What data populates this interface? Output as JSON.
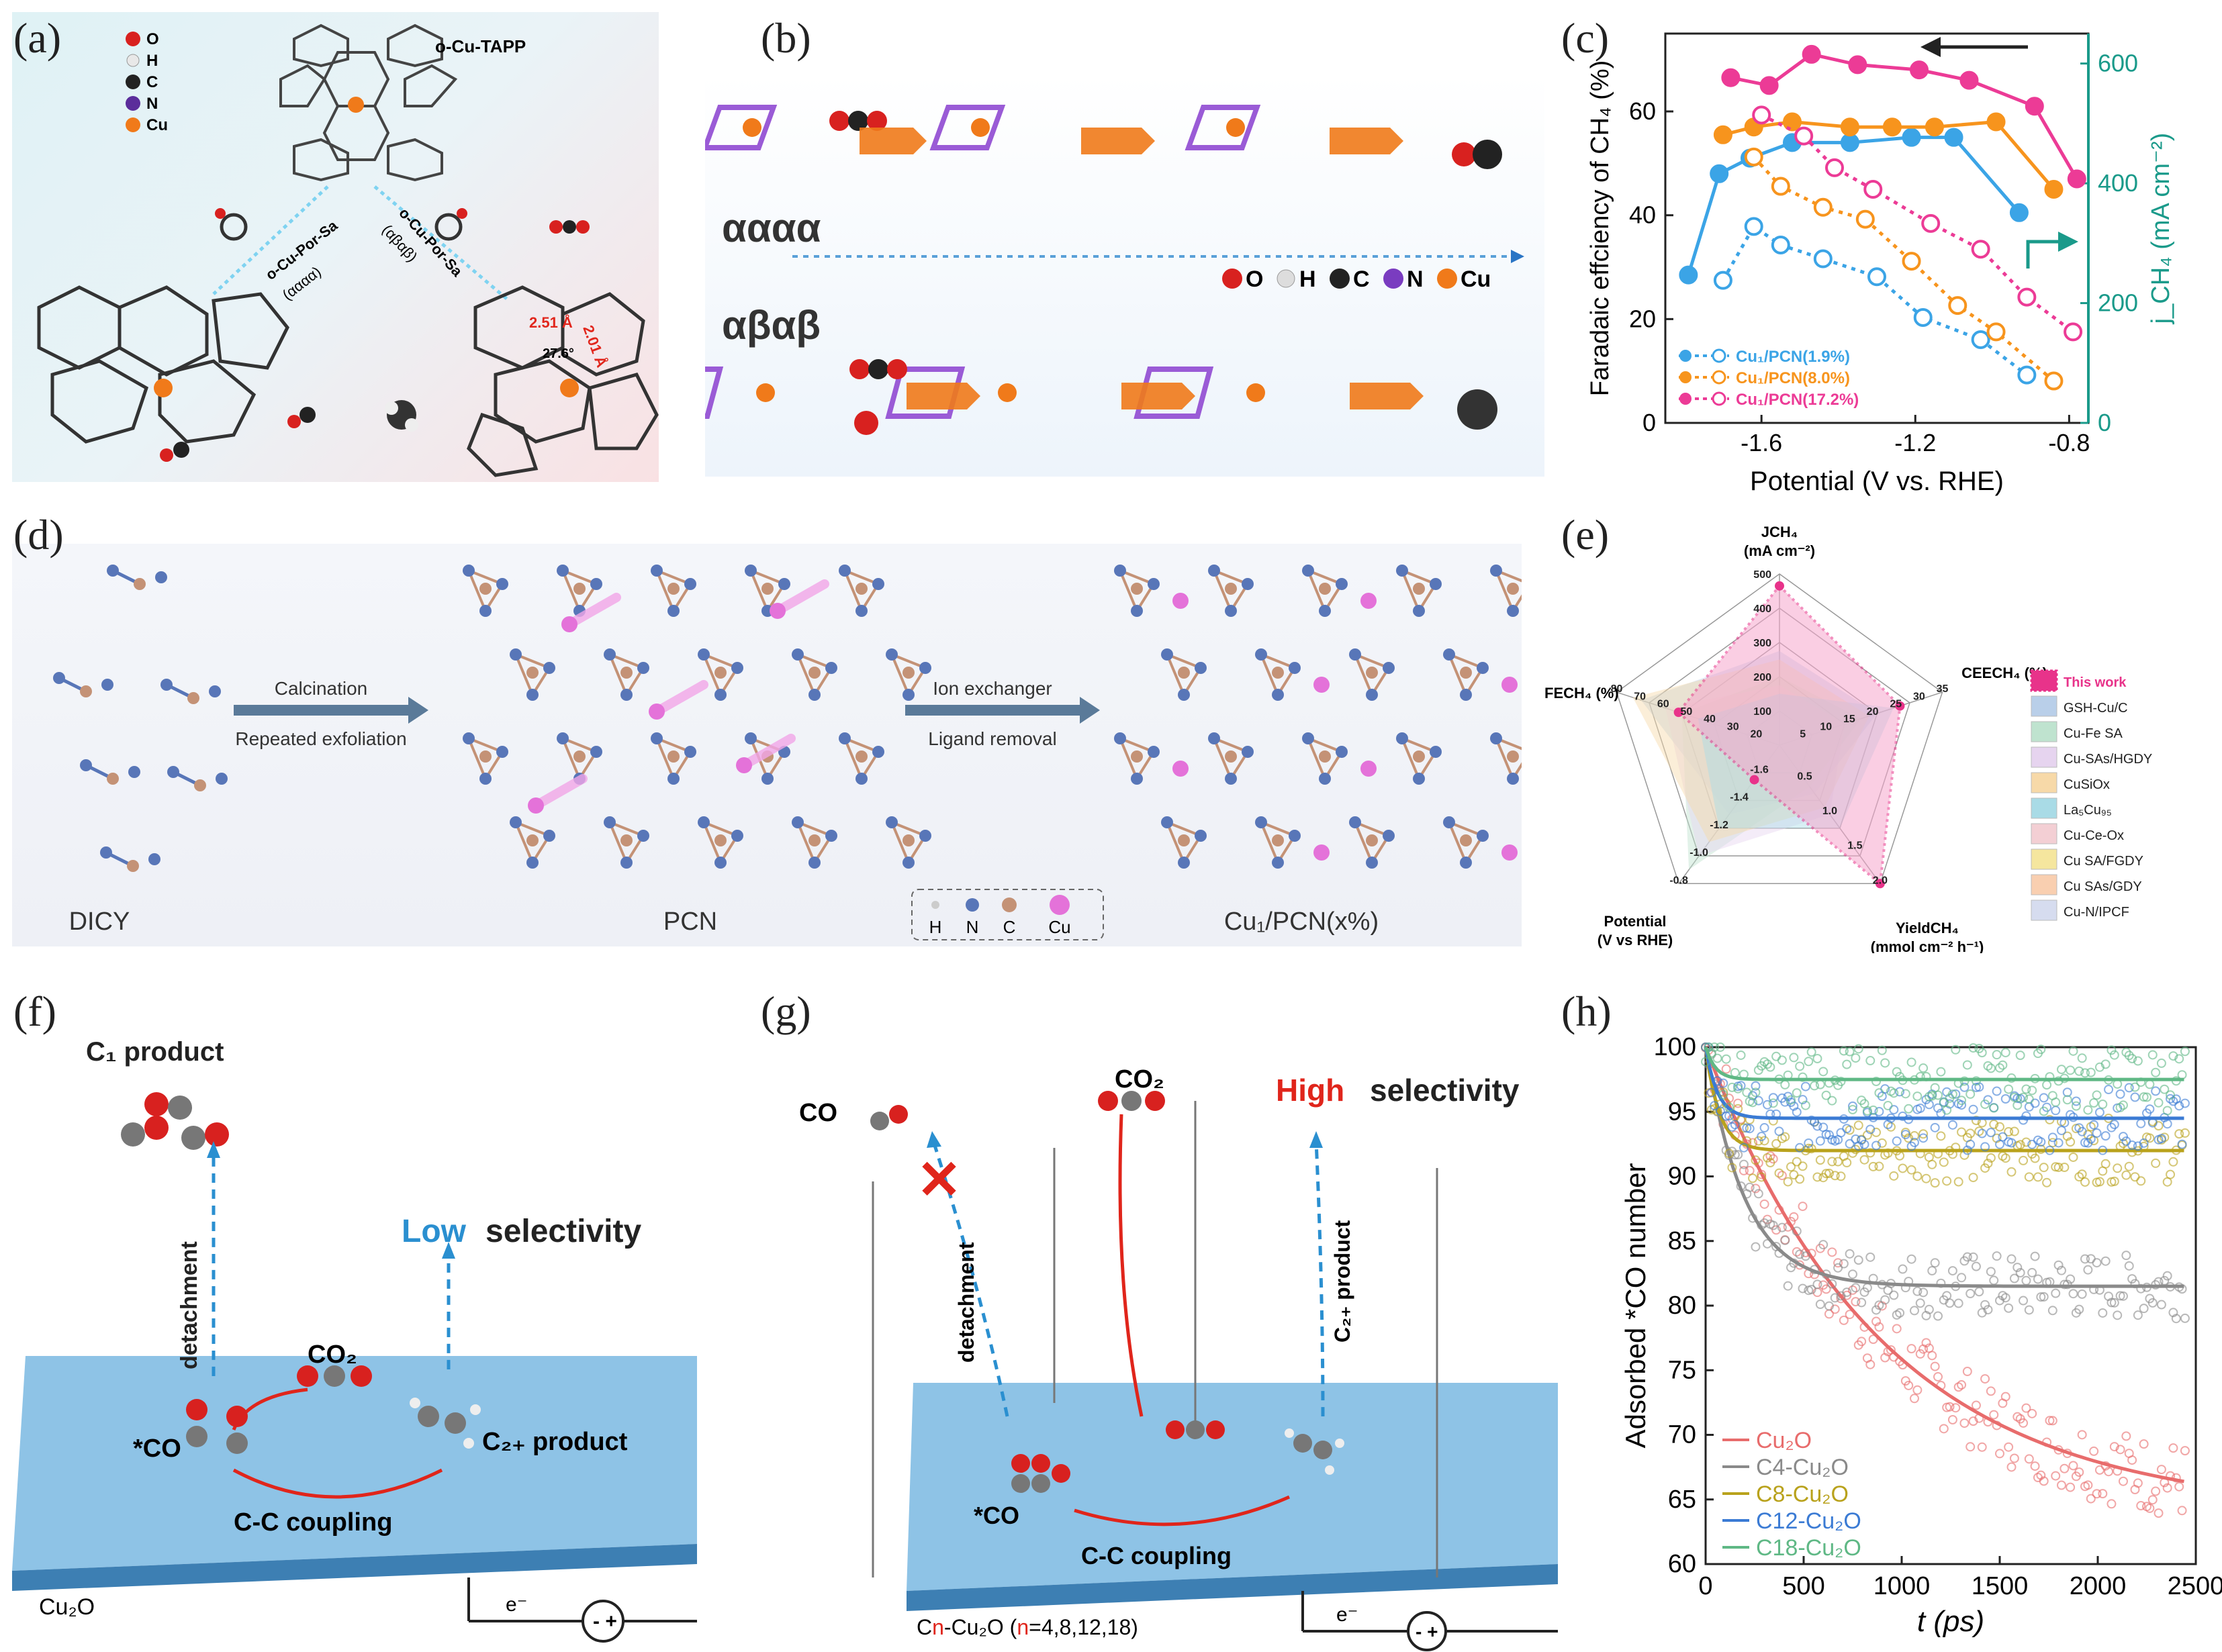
{
  "panel_labels": {
    "a": "(a)",
    "b": "(b)",
    "c": "(c)",
    "d": "(d)",
    "e": "(e)",
    "f": "(f)",
    "g": "(g)",
    "h": "(h)"
  },
  "panel_a": {
    "title": "o-Cu-TAPP",
    "legend": [
      "O",
      "H",
      "C",
      "N",
      "Cu"
    ],
    "arrow_left": "o-Cu-Por-Sa",
    "arrow_left_sub": "(αααα)",
    "arrow_right": "o-Cu-Por-Sa",
    "arrow_right_sub": "(αβαβ)",
    "dist1": "2.51 Å",
    "dist2": "2.01 Å",
    "angle": "27.6°"
  },
  "panel_b": {
    "row1": "αααα",
    "row2": "αβαβ",
    "legend": [
      "O",
      "H",
      "C",
      "N",
      "Cu"
    ]
  },
  "panel_d": {
    "step1_top": "Calcination",
    "step1_bottom": "Repeated exfoliation",
    "step2_top": "Ion exchanger",
    "step2_bottom": "Ligand removal",
    "label_1": "DICY",
    "label_2": "PCN",
    "label_3": "Cu₁/PCN(x%)",
    "legend": [
      "H",
      "N",
      "C",
      "Cu"
    ]
  },
  "panel_e": {
    "axes": {
      "top": "J",
      "top_sub": "CH₄",
      "top_unit": "(mA cm⁻²)",
      "right": "CEE",
      "right_sub": "CH₄",
      "right_unit": "(%)",
      "bottom_right": "Yield",
      "bottom_right_sub": "CH₄",
      "bottom_right_unit": "(mmol cm⁻² h⁻¹)",
      "bottom_left": "Potential",
      "bottom_left_unit": "(V vs RHE)",
      "left": "FE",
      "left_sub": "CH₄",
      "left_unit": "(%)"
    },
    "ticks_j": [
      "100",
      "200",
      "300",
      "400",
      "500"
    ],
    "ticks_cee": [
      "5",
      "10",
      "15",
      "20",
      "25",
      "30",
      "35"
    ],
    "ticks_yield": [
      "0.5",
      "1.0",
      "1.5",
      "2.0"
    ],
    "ticks_pot": [
      "-1.6",
      "-1.4",
      "-1.2",
      "-1.0",
      "-0.8"
    ],
    "ticks_fe": [
      "20",
      "30",
      "40",
      "50",
      "60",
      "70",
      "80"
    ],
    "legend": [
      "This work",
      "GSH-Cu/C",
      "Cu-Fe SA",
      "Cu-SAs/HGDY",
      "CuSiOx",
      "La₅Cu₉₅",
      "Cu-Ce-Ox",
      "Cu SA/FGDY",
      "Cu SAs/GDY",
      "Cu-N/IPCF"
    ],
    "legend_colors": [
      "#e8338a",
      "#b9cfe9",
      "#bfe3cf",
      "#e6d4ef",
      "#f7d9a8",
      "#a9dbe6",
      "#f3cfd4",
      "#f5e69e",
      "#f9cfb0",
      "#d6dcef"
    ]
  },
  "panel_f": {
    "c1": "C₁ product",
    "detachment": "detachment",
    "low": "Low",
    "selectivity": "selectivity",
    "co2": "CO₂",
    "co": "*CO",
    "c2": "C₂₊ product",
    "cc": "C-C coupling",
    "substrate": "Cu₂O",
    "electron": "e⁻"
  },
  "panel_g": {
    "co": "CO",
    "co2": "CO₂",
    "high": "High",
    "selectivity": "selectivity",
    "detachment": "detachment",
    "c2": "C₂₊ product",
    "sco": "*CO",
    "cc": "C-C coupling",
    "substrate_prefix": "C",
    "substrate_n": "n",
    "substrate_mid": "-Cu₂O (",
    "substrate_n2": "n",
    "substrate_suffix": "=4,8,12,18)",
    "electron": "e⁻"
  },
  "chart_data": [
    {
      "type": "line",
      "panel": "c",
      "xlabel": "Potential (V vs. RHE)",
      "ylabel": "Faradaic effciency of CH₄ (%)",
      "y2label": "j_CH₄ (mA cm⁻²)",
      "xlim": [
        -1.85,
        -0.75
      ],
      "ylim": [
        0,
        75
      ],
      "y2lim": [
        0,
        650
      ],
      "xticks": [
        "-1.6",
        "-1.2",
        "-0.8"
      ],
      "yticks": [
        "0",
        "20",
        "40",
        "60"
      ],
      "y2ticks": [
        "0",
        "200",
        "400",
        "600"
      ],
      "series": [
        {
          "name": "Cu₁/PCN(1.9%)",
          "color": "#3ba4e6",
          "axis": "left",
          "x": [
            -1.79,
            -1.71,
            -1.63,
            -1.52,
            -1.37,
            -1.21,
            -1.1,
            -0.93
          ],
          "y": [
            28.5,
            48,
            51,
            54,
            54,
            55,
            55,
            40.5
          ]
        },
        {
          "name": "Cu₁/PCN(1.9%)",
          "color": "#3ba4e6",
          "axis": "right",
          "x": [
            -1.7,
            -1.62,
            -1.55,
            -1.44,
            -1.3,
            -1.18,
            -1.03,
            -0.91
          ],
          "y": [
            238,
            328,
            297,
            274,
            244,
            176,
            139,
            80
          ]
        },
        {
          "name": "Cu₁/PCN(8.0%)",
          "color": "#f7941d",
          "axis": "left",
          "x": [
            -1.7,
            -1.62,
            -1.52,
            -1.37,
            -1.26,
            -1.15,
            -0.99,
            -0.84
          ],
          "y": [
            55.5,
            57,
            58,
            57,
            57,
            57,
            58,
            45
          ]
        },
        {
          "name": "Cu₁/PCN(8.0%)",
          "color": "#f7941d",
          "axis": "right",
          "x": [
            -1.62,
            -1.55,
            -1.44,
            -1.33,
            -1.21,
            -1.09,
            -0.99,
            -0.84
          ],
          "y": [
            444,
            395,
            360,
            340,
            270,
            196,
            152,
            70
          ]
        },
        {
          "name": "Cu₁/PCN(17.2%)",
          "color": "#ec3b96",
          "axis": "left",
          "x": [
            -1.68,
            -1.58,
            -1.47,
            -1.35,
            -1.19,
            -1.06,
            -0.89,
            -0.78
          ],
          "y": [
            66.5,
            65,
            71,
            69,
            68,
            66,
            61,
            47
          ]
        },
        {
          "name": "Cu₁/PCN(17.2%)",
          "color": "#ec3b96",
          "axis": "right",
          "x": [
            -1.6,
            -1.49,
            -1.41,
            -1.31,
            -1.16,
            -1.03,
            -0.91,
            -0.79
          ],
          "y": [
            514,
            479,
            426,
            390,
            333,
            290,
            210,
            152
          ]
        }
      ],
      "legend": [
        "Cu₁/PCN(1.9%)",
        "Cu₁/PCN(8.0%)",
        "Cu₁/PCN(17.2%)"
      ]
    },
    {
      "type": "scatter",
      "panel": "h",
      "xlabel": "t (ps)",
      "ylabel": "Adsorbed *CO number",
      "xlim": [
        0,
        2500
      ],
      "ylim": [
        60,
        100
      ],
      "xticks": [
        "0",
        "500",
        "1000",
        "1500",
        "2000",
        "2500"
      ],
      "yticks": [
        "60",
        "65",
        "70",
        "75",
        "80",
        "85",
        "90",
        "95",
        "100"
      ],
      "series": [
        {
          "name": "Cu₂O",
          "color": "#e86c6c",
          "fit": {
            "end": 64,
            "tau": 900
          }
        },
        {
          "name": "C4-Cu₂O",
          "color": "#8a8a8a",
          "fit": {
            "end": 81.5,
            "tau": 200
          }
        },
        {
          "name": "C8-Cu₂O",
          "color": "#b9a21c",
          "fit": {
            "end": 92,
            "tau": 70
          }
        },
        {
          "name": "C12-Cu₂O",
          "color": "#3b7bd4",
          "fit": {
            "end": 94.5,
            "tau": 60
          }
        },
        {
          "name": "C18-Cu₂O",
          "color": "#5fb885",
          "fit": {
            "end": 97.5,
            "tau": 50
          }
        }
      ]
    }
  ]
}
